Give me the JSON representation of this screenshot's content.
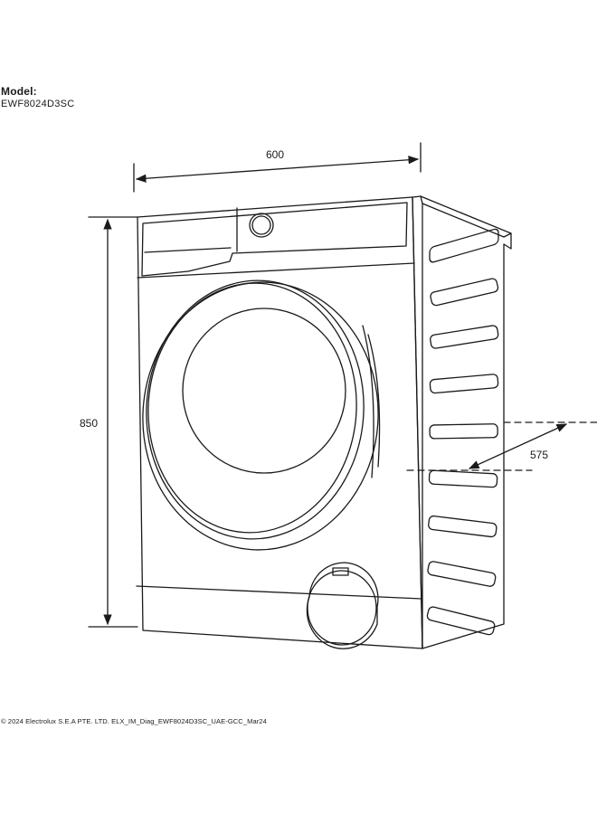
{
  "header": {
    "model_label": "Model:",
    "model_number": "EWF8024D3SC"
  },
  "dimensions": {
    "width": "600",
    "height": "850",
    "depth": "575"
  },
  "footer": {
    "text": "© 2024 Electrolux S.E.A PTE. LTD. ELX_IM_Diag_EWF8024D3SC_UAE-GCC_Mar24"
  },
  "colors": {
    "line": "#1a1a1a",
    "background": "#ffffff"
  }
}
